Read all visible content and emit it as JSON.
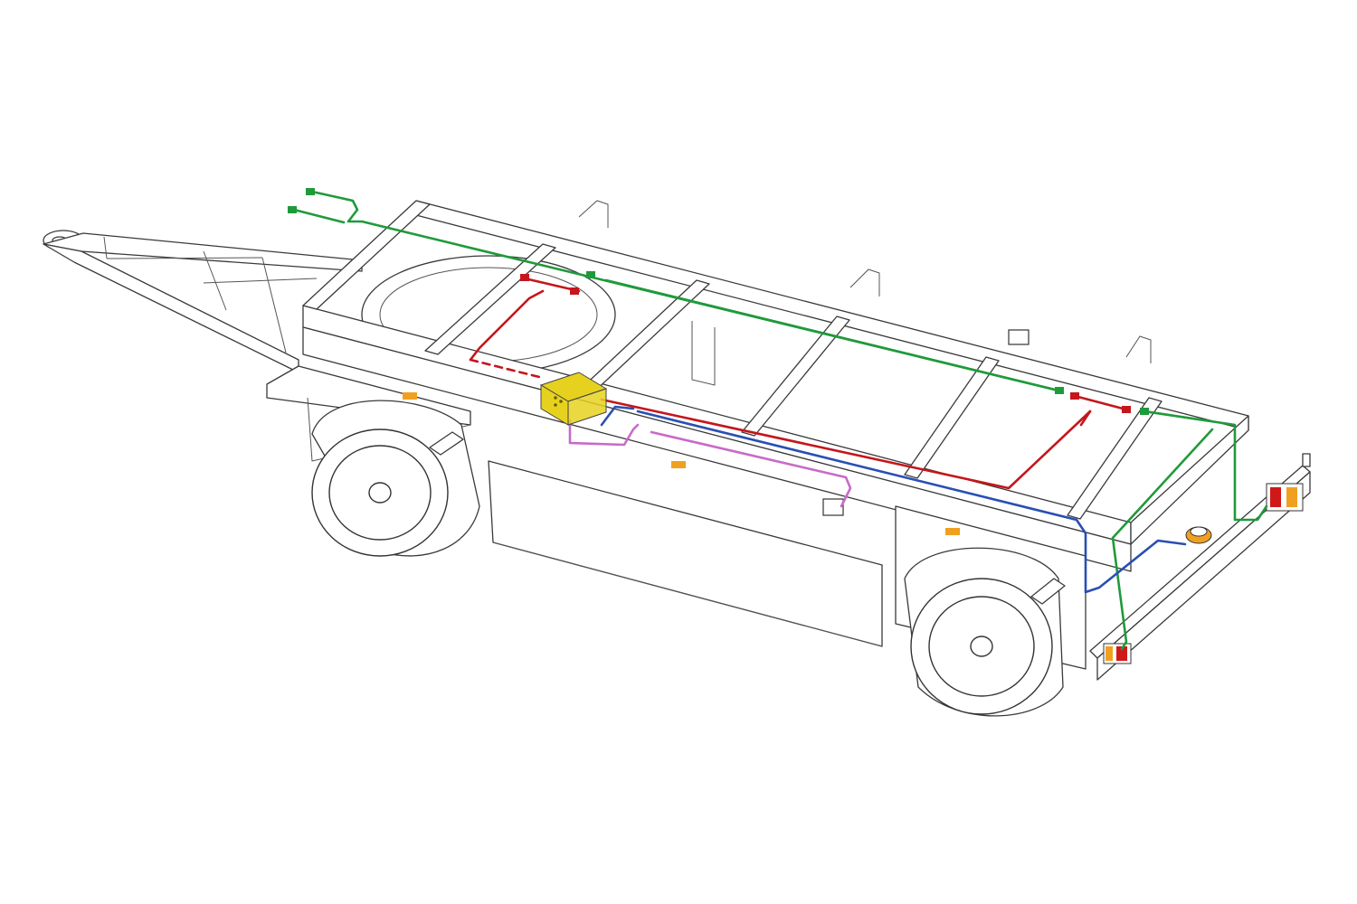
{
  "diagram": {
    "subject": "trailer-chassis-wiring",
    "colors": {
      "background": "#ffffff",
      "frame_outline": "#3a3a3a",
      "harness_green": "#1f9a3b",
      "harness_red": "#c4161c",
      "harness_blue": "#2a4fb3",
      "harness_pink": "#c86ac8",
      "junction_box": "#e6d21e",
      "lamp_amber": "#f0a020",
      "lamp_red": "#d01818"
    },
    "harnesses": [
      {
        "id": "green",
        "color_key": "harness_green"
      },
      {
        "id": "red",
        "color_key": "harness_red"
      },
      {
        "id": "blue",
        "color_key": "harness_blue"
      },
      {
        "id": "pink",
        "color_key": "harness_pink"
      }
    ],
    "components": [
      {
        "id": "junction-box",
        "icon": "junction-box-icon"
      },
      {
        "id": "rear-light-left",
        "icon": "tail-lamp-icon"
      },
      {
        "id": "rear-light-right",
        "icon": "tail-lamp-icon"
      },
      {
        "id": "side-marker",
        "icon": "side-marker-icon"
      },
      {
        "id": "beacon",
        "icon": "beacon-icon"
      }
    ]
  }
}
